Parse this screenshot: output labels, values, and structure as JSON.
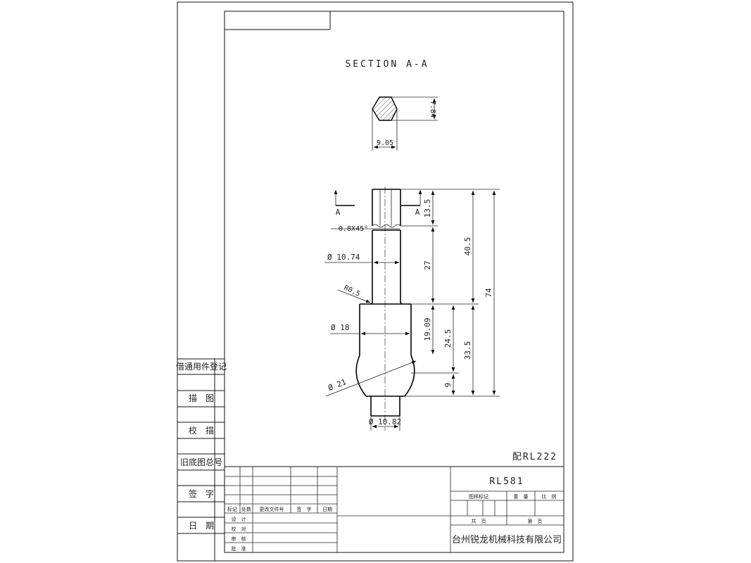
{
  "section": {
    "title": "SECTION A-A",
    "dim_height": "7.84",
    "dim_width": "9.05"
  },
  "part": {
    "view_letter_left": "A",
    "view_letter_right": "A",
    "chamfer": "0.8X45°",
    "dia_shaft": "Ø 10.74",
    "radius": "R0.5",
    "dia_body": "Ø 18",
    "dia_ball": "Ø 21",
    "dia_tip": "Ø 10.82",
    "dim_13_5": "13.5",
    "dim_27": "27",
    "dim_40_5": "40.5",
    "dim_74": "74",
    "dim_19_09": "19.09",
    "dim_24_5": "24.5",
    "dim_33_5": "33.5",
    "dim_9": "9"
  },
  "mate_note": "配RL222",
  "left_column": {
    "registry": "借通用件登记",
    "trace": "描　图",
    "check": "校　描",
    "old_drawing": "旧底图总号",
    "signature": "签　字",
    "date": "日　期"
  },
  "title_block": {
    "part_no": "RL581",
    "mark": "图样标记",
    "weight": "重　量",
    "scale": "比　例",
    "total_sheets": "共　页",
    "sheet_no": "第　页",
    "company": "台州锐龙机械科技有限公司",
    "rev_headers": [
      "标记",
      "处数",
      "更改文件号",
      "签　字",
      "日期"
    ],
    "roles": [
      "设　计",
      "校　对",
      "审　核",
      "批　准"
    ]
  }
}
